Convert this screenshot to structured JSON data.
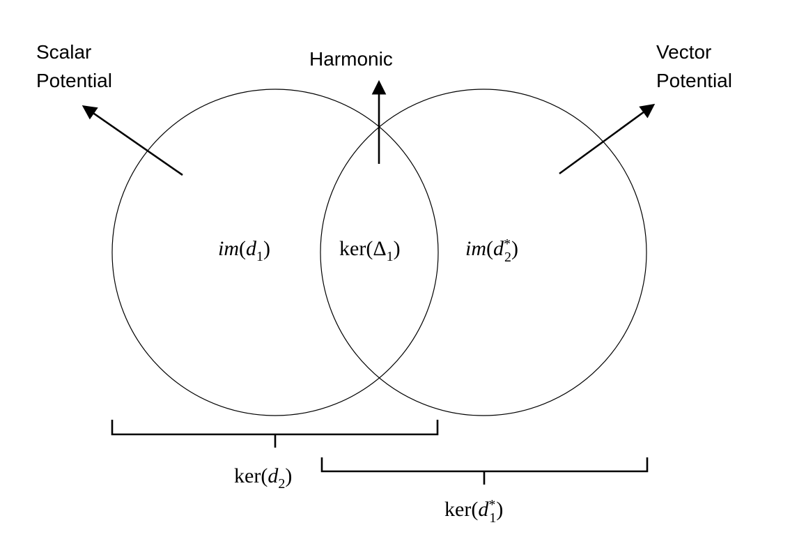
{
  "labels": {
    "scalar_line1": "Scalar",
    "scalar_line2": "Potential",
    "harmonic": "Harmonic",
    "vector_line1": "Vector",
    "vector_line2": "Potential"
  },
  "regions": {
    "left": {
      "func": "im",
      "open": "(",
      "var": "d",
      "sub": "1",
      "close": ")"
    },
    "middle": {
      "func": "ker",
      "open": "(",
      "var": "Δ",
      "sub": "1",
      "close": ")"
    },
    "right": {
      "func": "im",
      "open": "(",
      "var": "d",
      "sup": "*",
      "sub": "2",
      "close": ")"
    }
  },
  "brackets": {
    "left": {
      "func": "ker",
      "open": "(",
      "var": "d",
      "sub": "2",
      "close": ")"
    },
    "right": {
      "func": "ker",
      "open": "(",
      "var": "d",
      "sup": "*",
      "sub": "1",
      "close": ")"
    }
  }
}
